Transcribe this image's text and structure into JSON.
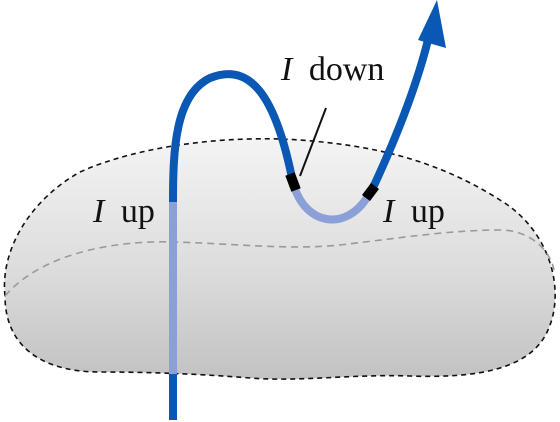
{
  "labels": {
    "left_current": {
      "symbol": "I",
      "direction": "up"
    },
    "middle_current": {
      "symbol": "I",
      "direction": "down"
    },
    "right_current": {
      "symbol": "I",
      "direction": "up"
    }
  },
  "colors": {
    "wire_outside": "#0a57b4",
    "wire_inside": "#8aa0d6",
    "surface_outline": "#111111",
    "surface_back_edge": "#9a9a9a",
    "surface_fill_top": "#f4f4f4",
    "surface_fill_bottom": "#c2c2c2",
    "crossing_marker": "#000000"
  }
}
